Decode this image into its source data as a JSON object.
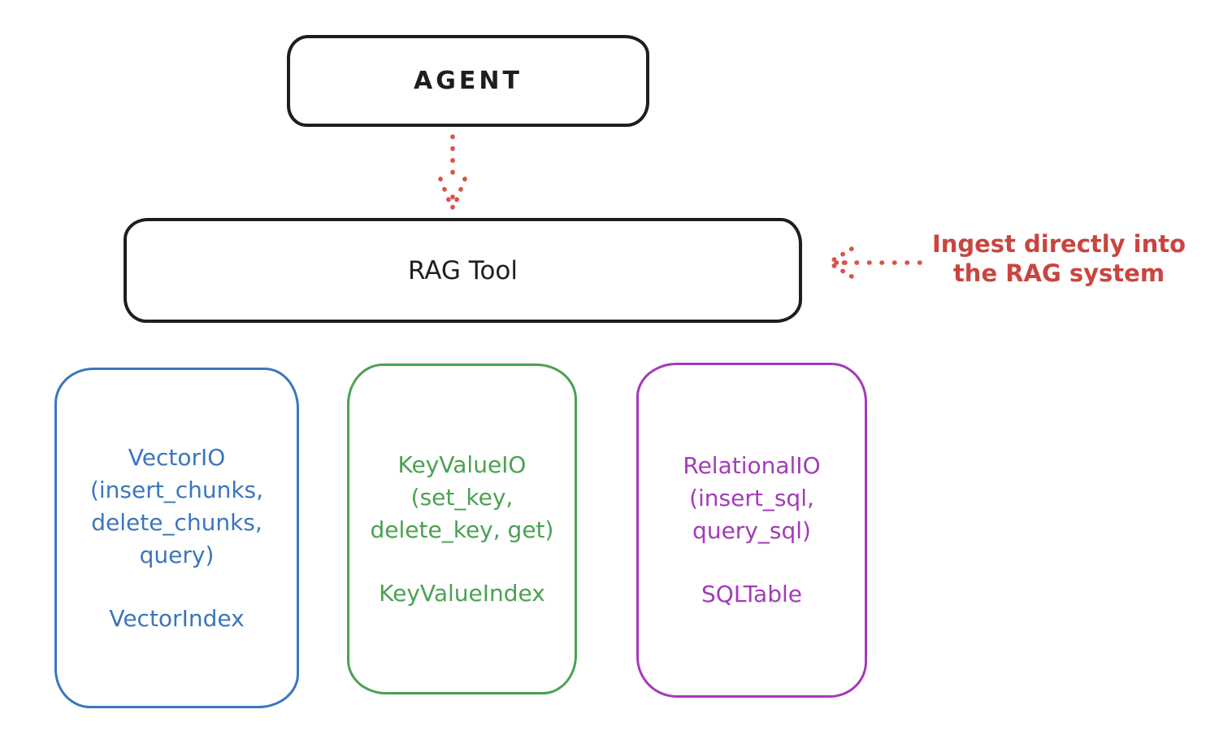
{
  "canvas": {
    "background": "#ffffff",
    "outline_color": "#1e1e1e"
  },
  "nodes": {
    "agent": {
      "label": "AGENT"
    },
    "rag_tool": {
      "label": "RAG Tool"
    },
    "vector_io": {
      "color": "#3b76bd",
      "title_lines": [
        "VectorIO",
        "(insert_chunks,",
        "delete_chunks,",
        "query)"
      ],
      "index_label": "VectorIndex"
    },
    "key_value_io": {
      "color": "#4ba153",
      "title_lines": [
        "KeyValueIO",
        "(set_key,",
        "delete_key, get)"
      ],
      "index_label": "KeyValueIndex"
    },
    "relational_io": {
      "color": "#a43ab8",
      "title_lines": [
        "RelationalIO",
        "(insert_sql,",
        "query_sql)"
      ],
      "index_label": "SQLTable"
    }
  },
  "annotation": {
    "line1": "Ingest directly into",
    "line2": "the RAG system",
    "color": "#c94540"
  },
  "arrows": {
    "agent_to_rag_tool": {
      "style": "dotted",
      "color": "#d95348"
    },
    "annotation_to_rag_tool": {
      "style": "dotted",
      "color": "#d95348"
    }
  }
}
